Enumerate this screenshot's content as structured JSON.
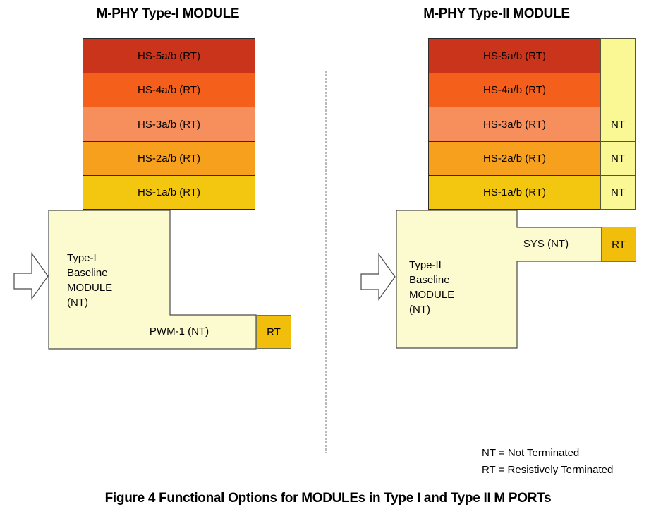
{
  "figure": {
    "left_panel": {
      "title": "M-PHY Type-I MODULE",
      "bars": [
        {
          "label": "HS-5a/b (RT)",
          "color": "#C9341B"
        },
        {
          "label": "HS-4a/b (RT)",
          "color": "#F4601B"
        },
        {
          "label": "HS-3a/b (RT)",
          "color": "#F78F5C"
        },
        {
          "label": "HS-2a/b (RT)",
          "color": "#F7A01E"
        },
        {
          "label": "HS-1a/b (RT)",
          "color": "#F3C70F"
        }
      ],
      "module": {
        "label": "Type-I\nBaseline\nMODULE\n(NT)",
        "port_label": "PWM-1 (NT)",
        "termination_label": "RT"
      }
    },
    "right_panel": {
      "title": "M-PHY Type-II MODULE",
      "bars": [
        {
          "label": "HS-5a/b (RT)",
          "color": "#C9341B",
          "side_label": ""
        },
        {
          "label": "HS-4a/b (RT)",
          "color": "#F4601B",
          "side_label": ""
        },
        {
          "label": "HS-3a/b (RT)",
          "color": "#F78F5C",
          "side_label": "NT"
        },
        {
          "label": "HS-2a/b (RT)",
          "color": "#F7A01E",
          "side_label": "NT"
        },
        {
          "label": "HS-1a/b (RT)",
          "color": "#F3C70F",
          "side_label": "NT"
        }
      ],
      "module": {
        "label": "Type-II\nBaseline\nMODULE\n(NT)",
        "port_label": "SYS (NT)",
        "termination_label": "RT"
      }
    },
    "legend": {
      "lines": [
        "NT = Not Terminated",
        "RT = Resistively Terminated"
      ]
    },
    "caption": "Figure 4 Functional Options for MODULEs in Type I and Type II M PORTs",
    "colors": {
      "module_fill": "#FCFBD0",
      "nt_box_fill": "#FAF795",
      "rt_box_fill": "#F1BE0B",
      "divider": "#8C8C8C",
      "shape_border": "#4A4A4A"
    }
  }
}
